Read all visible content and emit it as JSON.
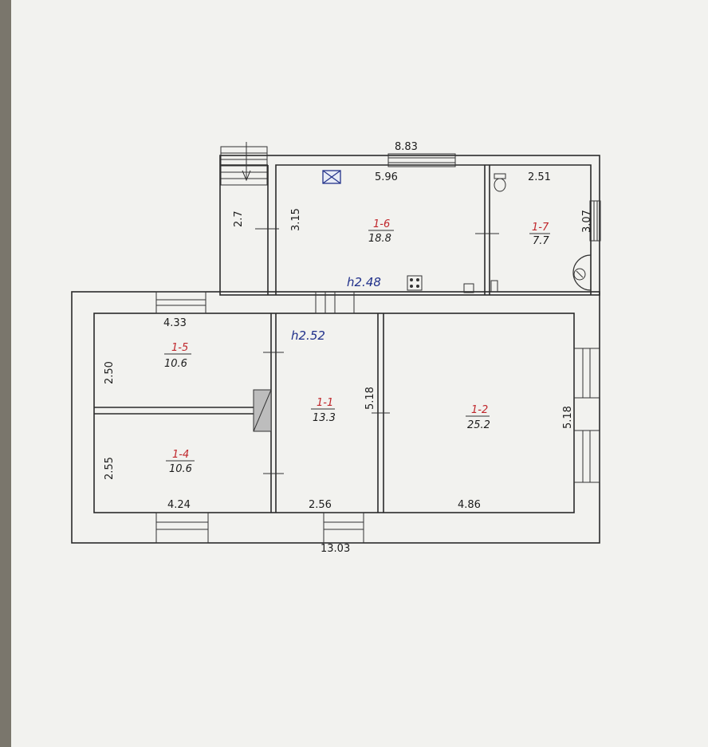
{
  "colors": {
    "paper": "#f2f2ef",
    "line": "#2a2a2a",
    "room_id": "#c0262b",
    "height_mark": "#1f2f8a"
  },
  "dimensions": {
    "overall_top": "8.83",
    "kitchen_top": "5.96",
    "wc_top": "2.51",
    "wc_side": "3.07",
    "kitchen_side": "3.15",
    "porch_side": "2.7",
    "left_top": "4.33",
    "left_upper_side": "2.50",
    "left_lower_side": "2.55",
    "left_bottom": "4.24",
    "middle_bottom": "2.56",
    "middle_side": "5.18",
    "right_bottom": "4.86",
    "right_side": "5.18",
    "overall_bottom": "13.03"
  },
  "heights": {
    "rear": "h2.48",
    "main": "h2.52"
  },
  "rooms": [
    {
      "id": "1-6",
      "area": "18.8"
    },
    {
      "id": "1-7",
      "area": "7.7"
    },
    {
      "id": "1-5",
      "area": "10.6"
    },
    {
      "id": "1-4",
      "area": "10.6"
    },
    {
      "id": "1-1",
      "area": "13.3"
    },
    {
      "id": "1-2",
      "area": "25.2"
    }
  ],
  "icons": [
    "stair-arrow-icon",
    "vent-icon",
    "stove-icon",
    "toilet-icon",
    "boiler-icon",
    "sink-icon",
    "oven-icon"
  ]
}
